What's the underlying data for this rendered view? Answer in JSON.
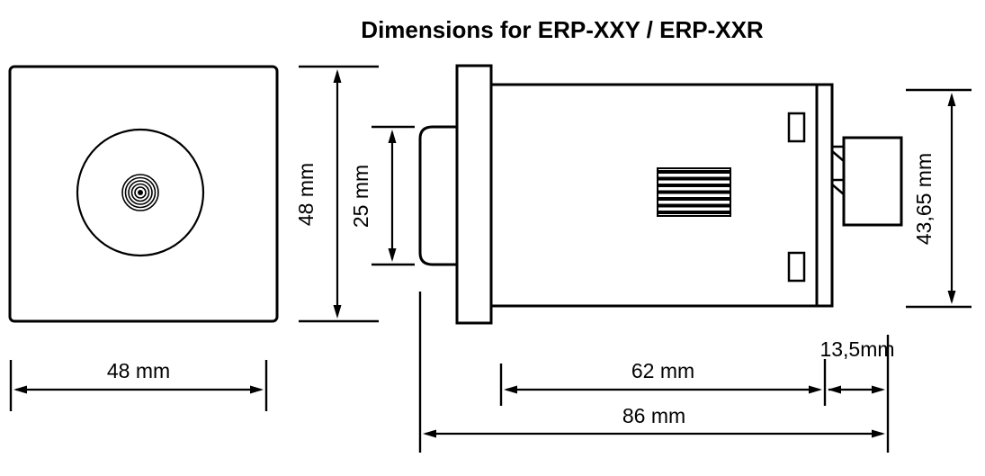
{
  "title": "Dimensions for ERP-XXY / ERP-XXR",
  "labels": {
    "front_width": "48 mm",
    "front_height": "48 mm",
    "bezel_height": "25 mm",
    "body_length": "62 mm",
    "terminal_depth": "13,5mm",
    "overall_depth": "86 mm",
    "overall_height": "43,65 mm"
  },
  "colors": {
    "line": "#000000",
    "background": "#ffffff"
  }
}
